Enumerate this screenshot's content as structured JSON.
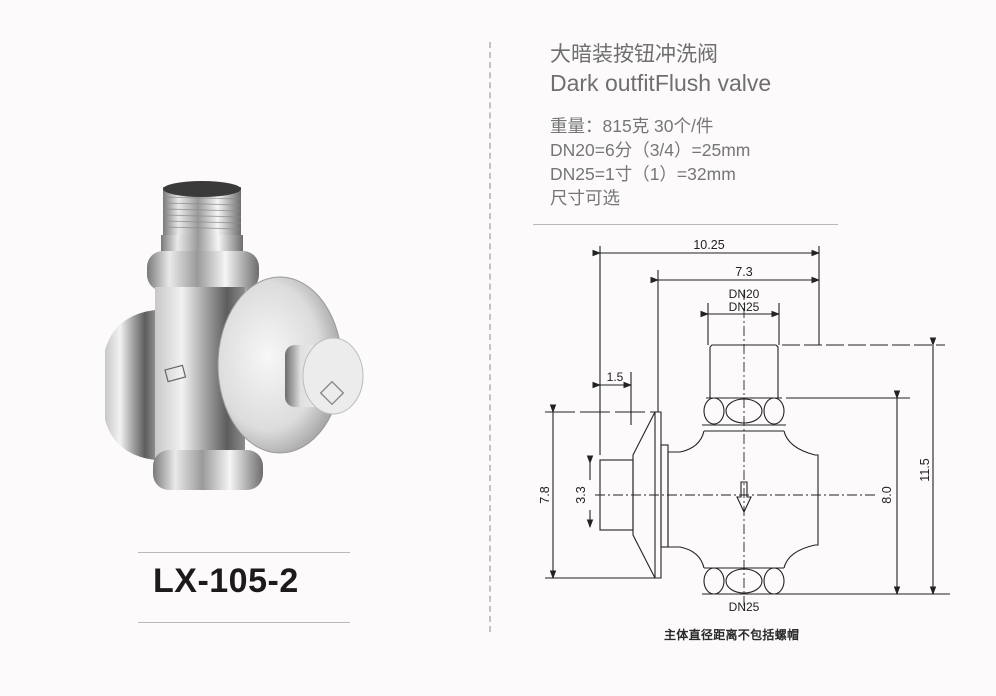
{
  "product": {
    "model": "LX-105-2",
    "title_cn": "大暗装按钮冲洗阀",
    "title_en": "Dark outfitFlush valve",
    "specs": [
      "重量：815克   30个/件",
      "DN20=6分（3/4）=25mm",
      "DN25=1寸（1）=32mm",
      "尺寸可选"
    ],
    "image_alt": "chrome-flush-valve-photo"
  },
  "drawing": {
    "dimensions": {
      "overall_width": "10.25",
      "body_width": "7.3",
      "inlet_top_1": "DN20",
      "inlet_top_2": "DN25",
      "button_depth": "1.5",
      "flange_height": "7.8",
      "button_height": "3.3",
      "nut_to_nut_height": "8.0",
      "overall_height": "11.5",
      "outlet_bottom": "DN25"
    },
    "caption": "主体直径距离不包括螺帽"
  },
  "colors": {
    "background": "#fcfafb",
    "text_gray": "#6f6f6f",
    "model_text": "#1f1a1a",
    "line": "#222222",
    "divider": "#c2c2c2"
  }
}
